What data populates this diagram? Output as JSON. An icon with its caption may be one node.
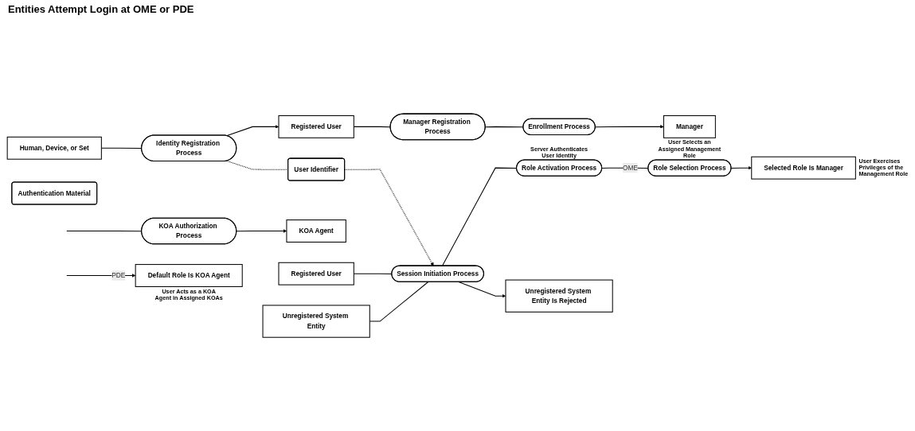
{
  "diagram": {
    "nodes": [
      {
        "text": [
          "Human, Device, or Set"
        ]
      },
      {
        "text": [
          "Identity Registration Process"
        ]
      },
      {
        "text": [
          "Registered User"
        ]
      },
      {
        "text": [
          "Manager Registration Process"
        ]
      },
      {
        "text": [
          "Enrollment Process"
        ]
      },
      {
        "text": [
          "Manager"
        ]
      },
      {
        "text": [
          "User Identifier"
        ]
      },
      {
        "text": [
          "Authentication Material"
        ]
      },
      {
        "text": [
          "KOA Authorization Process"
        ]
      },
      {
        "text": [
          "KOA Agent"
        ]
      },
      {
        "text": [
          "Registered User"
        ]
      },
      {
        "text": [
          "Session Initiation Process"
        ]
      },
      {
        "text": [
          "Role Activation Process"
        ],
        "beside": [
          "Server Authenticates User Identity"
        ]
      },
      {
        "text": [
          "Role Selection Process"
        ],
        "beside": [
          "User Selects an Assigned Management Role"
        ]
      },
      {
        "text": [
          "Selected Role Is Manager"
        ],
        "beside": [
          "User Exercises Privileges of the Management Role"
        ]
      },
      {
        "text": [
          "Default Role Is KOA Agent"
        ],
        "beside": [
          "User Acts as a KOA Agent in Assigned KOAs"
        ]
      },
      {
        "text": [
          "Unregistered System Entity"
        ]
      },
      {
        "text": [
          "Unregistered System Entity Is Rejected"
        ]
      }
    ],
    "edges": [
      {
        "from": 0,
        "to": 1,
        "arrow": "none"
      },
      {
        "from": 1,
        "to": 2,
        "arrow": "to"
      },
      {
        "from": 2,
        "to": 3,
        "arrow": "none"
      },
      {
        "from": 3,
        "to": 4,
        "arrow": "none"
      },
      {
        "from": 4,
        "to": 5,
        "arrow": "to"
      },
      {
        "from": 1,
        "to": 6,
        "arrow": "none",
        "style": "dashed"
      },
      {
        "from": 6,
        "to": 11,
        "arrow": "to",
        "style": "dashed"
      },
      {
        "from": null,
        "to": 8,
        "arrow": "none"
      },
      {
        "from": 8,
        "to": 9,
        "arrow": "to"
      },
      {
        "from": 10,
        "to": 11,
        "arrow": "none"
      },
      {
        "from": 11,
        "to": 12,
        "arrow": "none"
      },
      {
        "from": 12,
        "to": 13,
        "arrow": "none",
        "label": "OME"
      },
      {
        "from": 13,
        "to": 14,
        "arrow": "to"
      },
      {
        "from": null,
        "to": 15,
        "arrow": "to",
        "label": "PDE"
      },
      {
        "from": 16,
        "to": 11,
        "arrow": "none"
      },
      {
        "from": 11,
        "to": 17,
        "arrow": "to"
      }
    ],
    "labels": [
      "Entities Attempt Login at OME or PDE"
    ]
  }
}
